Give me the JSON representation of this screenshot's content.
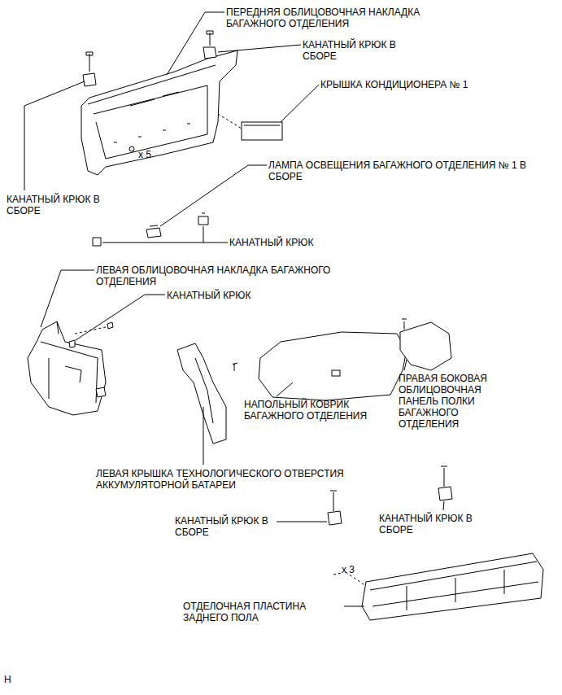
{
  "diagram": {
    "labels": [
      "ПЕРЕДНЯЯ ОБЛИЦОВОЧНАЯ НАКЛАДКА БАГАЖНОГО ОТДЕЛЕНИЯ",
      "КАНАТНЫЙ КРЮК В СБОРЕ",
      "КРЫШКА КОНДИЦИОНЕРА № 1",
      "x 5",
      "КАНАТНЫЙ КРЮК В СБОРЕ",
      "ЛАМПА ОСВЕЩЕНИЯ БАГАЖНОГО ОТДЕЛЕНИЯ № 1 В СБОРЕ",
      "КАНАТНЫЙ КРЮК",
      "ЛЕВАЯ ОБЛИЦОВОЧНАЯ НАКЛАДКА БАГАЖНОГО ОТДЕЛЕНИЯ",
      "КАНАТНЫЙ КРЮК",
      "НАПОЛЬНЫЙ КОВРИК БАГАЖНОГО ОТДЕЛЕНИЯ",
      "ПРАВАЯ БОКОВАЯ ОБЛИЦОВОЧНАЯ ПАНЕЛЬ ПОЛКИ БАГАЖНОГО ОТДЕЛЕНИЯ",
      "ЛЕВАЯ КРЫШКА ТЕХНОЛОГИЧЕСКОГО ОТВЕРСТИЯ АККУМУЛЯТОРНОЙ БАТАРЕИ",
      "КАНАТНЫЙ КРЮК В СБОРЕ",
      "КАНАТНЫЙ КРЮК В СБОРЕ",
      "x 3",
      "ОТДЕЛОЧНАЯ ПЛАСТИНА ЗАДНЕГО ПОЛА",
      "H"
    ]
  }
}
